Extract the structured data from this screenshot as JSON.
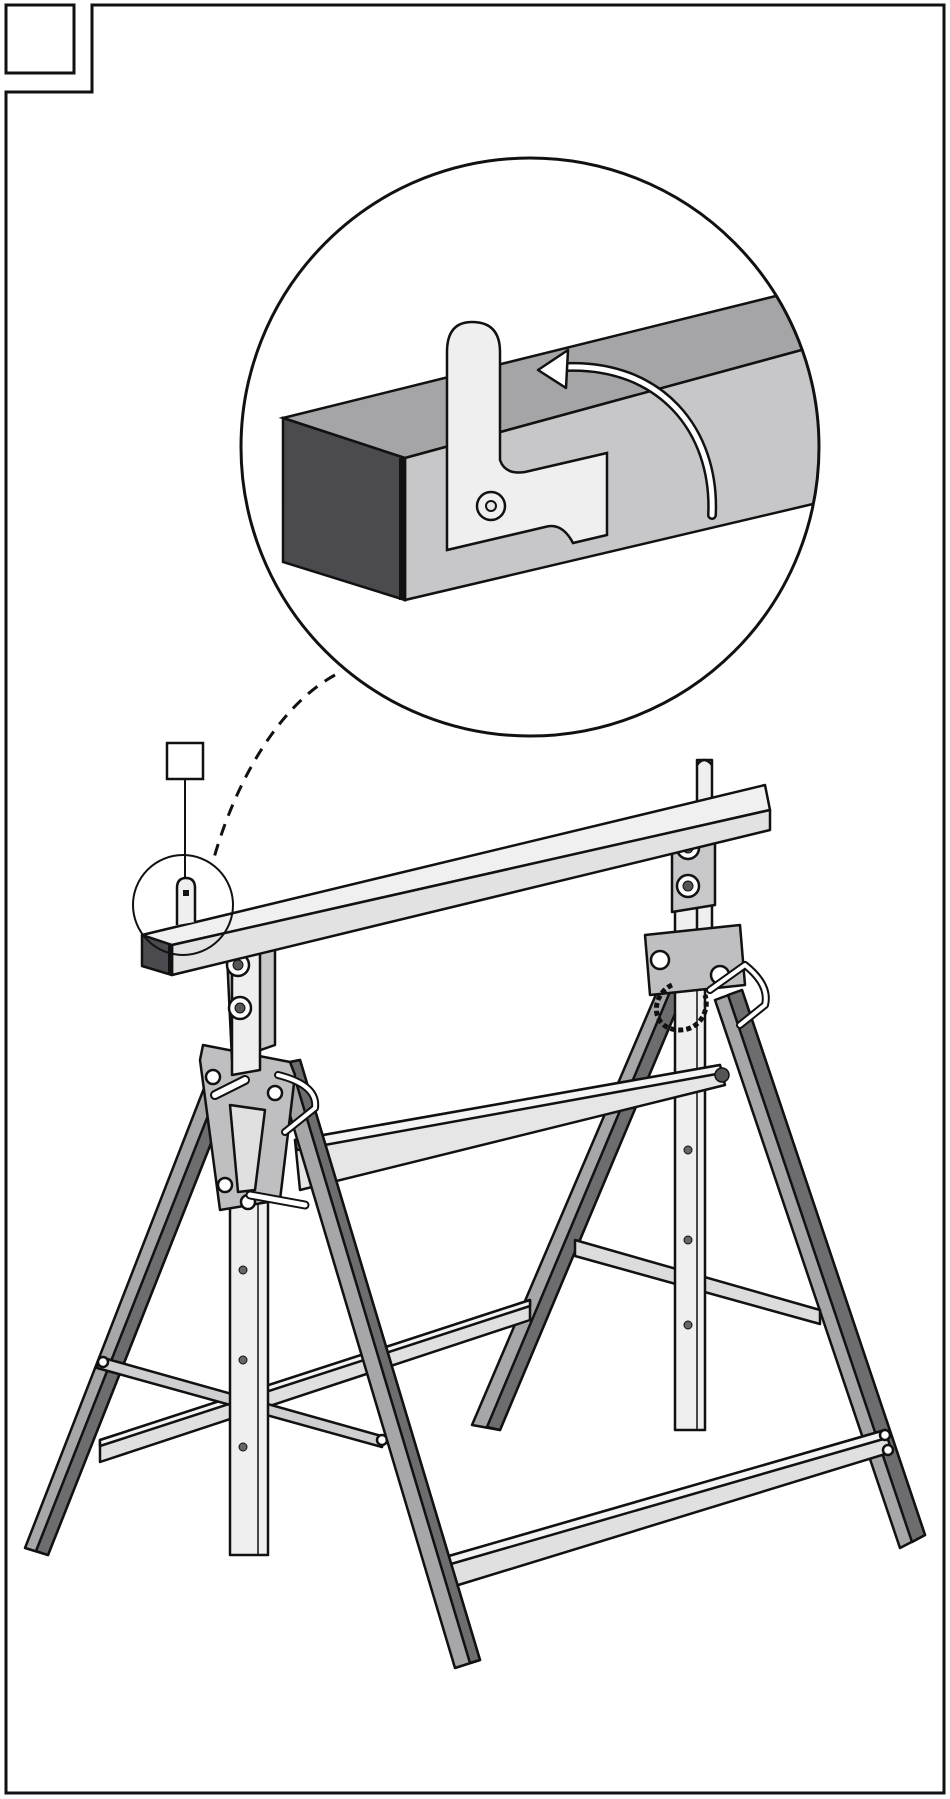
{
  "figure": {
    "step_number": "",
    "part_label": "",
    "palette": {
      "outline": "#111111",
      "leg_gray": "#a7a7a9",
      "leg_dark": "#6d6d70",
      "light_metal": "#e6e6e6",
      "beam_top": "#a5a5a7",
      "beam_side": "#c7c7c9",
      "beam_end": "#4b4a4f",
      "bracket": "#efefef"
    },
    "callout": {
      "shape": "circle",
      "connector": "dashed-line",
      "arrow_direction": "counter-clockwise"
    }
  }
}
